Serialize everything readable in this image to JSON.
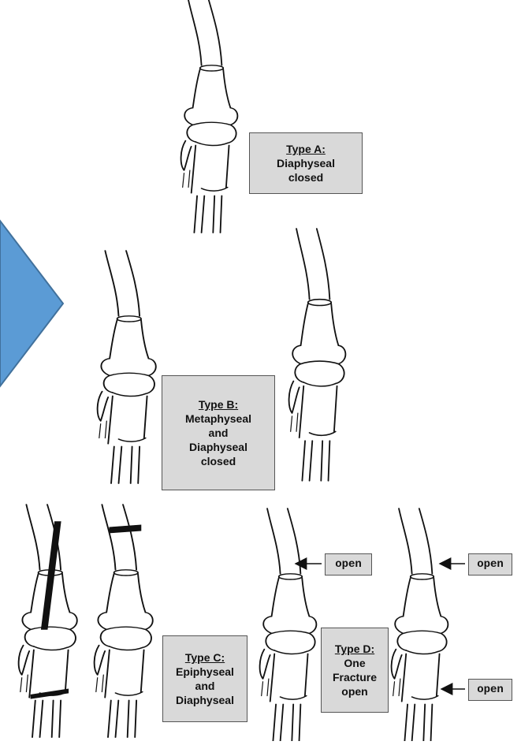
{
  "accent_color": "#5b9bd5",
  "box_color": "#d9d9d9",
  "type_a": {
    "title": "Type A:",
    "lines": [
      "Diaphyseal",
      "closed"
    ]
  },
  "type_b": {
    "title": "Type B:",
    "lines": [
      "Metaphyseal",
      "and",
      "Diaphyseal",
      "closed"
    ]
  },
  "type_c": {
    "title": "Type C:",
    "lines": [
      "Epiphyseal",
      "and",
      "Diaphyseal"
    ]
  },
  "type_d": {
    "title": "Type D:",
    "lines": [
      "One",
      "Fracture",
      "open"
    ]
  },
  "tags": {
    "open_1": "open",
    "open_2": "open",
    "open_3": "open"
  },
  "icons": {
    "pointer": "right-chevron-arrow-icon",
    "leader": "left-arrow-icon"
  }
}
